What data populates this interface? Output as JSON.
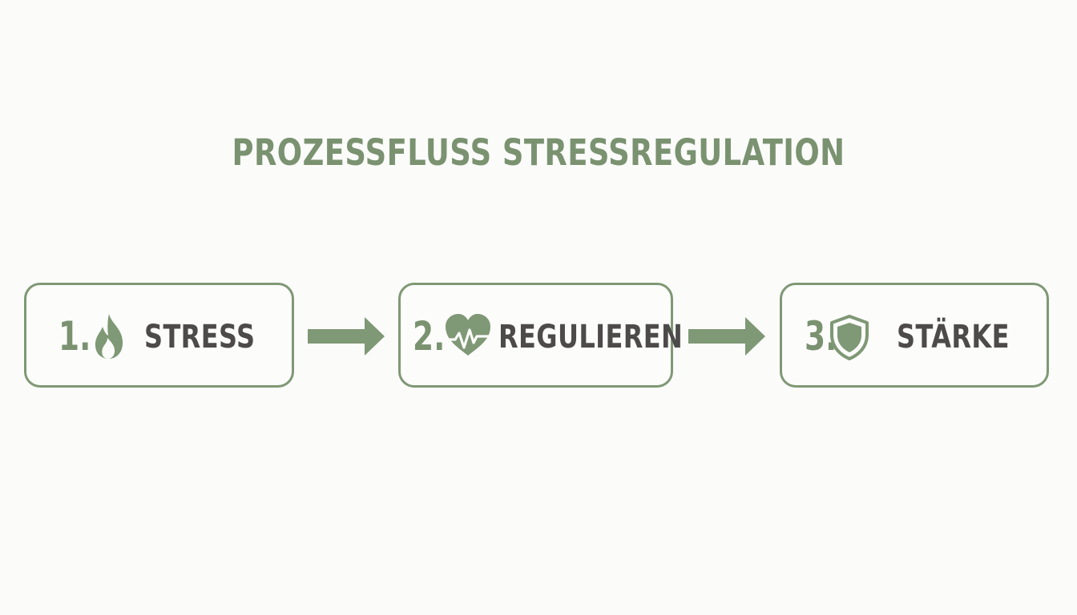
{
  "title": "PROZESSFLUSS STRESSREGULATION",
  "steps": [
    {
      "number": "1.",
      "icon": "flame-icon",
      "label": "STRESS"
    },
    {
      "number": "2.",
      "icon": "heart-pulse-icon",
      "label": "REGULIEREN"
    },
    {
      "number": "3.",
      "icon": "shield-icon",
      "label": "STÄRKE"
    }
  ],
  "colors": {
    "accent": "#7a9270",
    "text": "#4d4a4a",
    "background": "#fbfbfa"
  }
}
